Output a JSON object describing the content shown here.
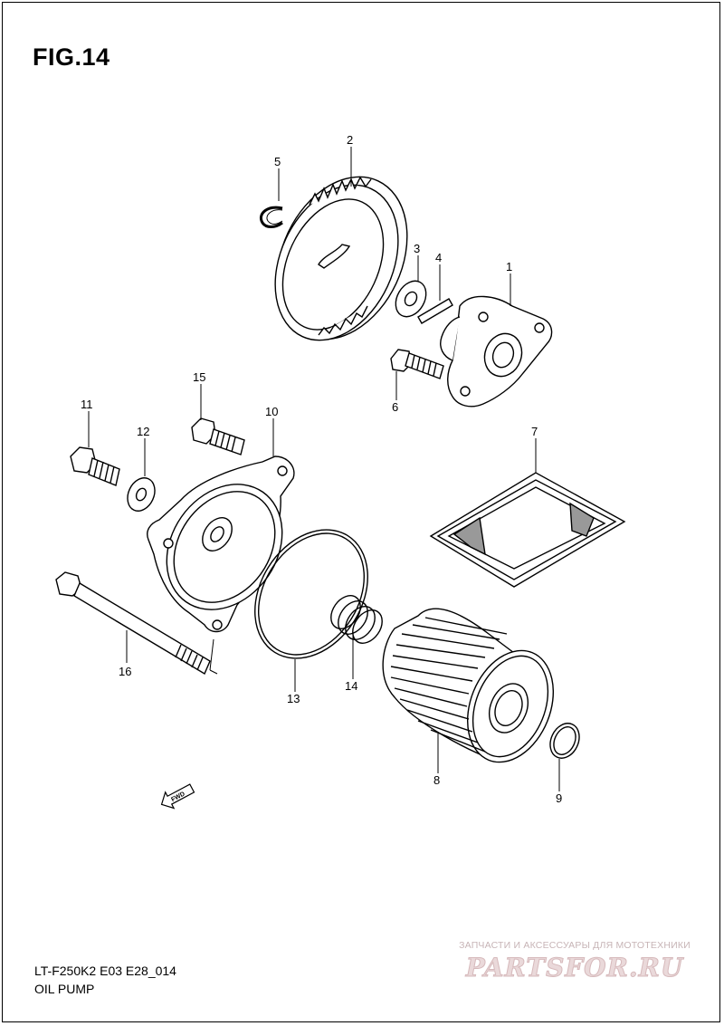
{
  "figure": {
    "title": "FIG.14",
    "model_code": "LT-F250K2 E03 E28_014",
    "caption": "OIL PUMP"
  },
  "callouts": [
    "1",
    "2",
    "3",
    "4",
    "5",
    "6",
    "7",
    "8",
    "9",
    "10",
    "11",
    "12",
    "13",
    "14",
    "15",
    "16"
  ],
  "direction_badge": "FWD",
  "watermark": {
    "tagline": "ЗАПЧАСТИ И АКСЕССУАРЫ ДЛЯ МОТОТЕХНИКИ",
    "logo": "PARTSFOR.RU"
  }
}
